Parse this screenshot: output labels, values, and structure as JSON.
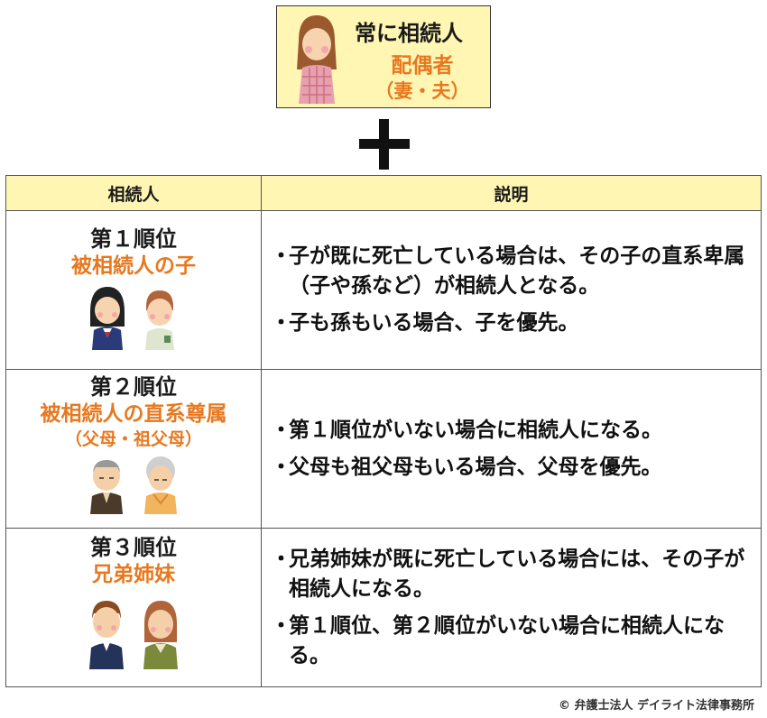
{
  "spouse": {
    "title": "常に相続人",
    "name": "配偶者",
    "sub": "（妻・夫）"
  },
  "table": {
    "headers": [
      "相続人",
      "説明"
    ],
    "rows": [
      {
        "rank": "第１順位",
        "heir": "被相続人の子",
        "heir_sub": "",
        "bullets": [
          "子が既に死亡している場合は、その子の直系卑属（子や孫など）が相続人となる。",
          "子も孫もいる場合、子を優先。"
        ]
      },
      {
        "rank": "第２順位",
        "heir": "被相続人の直系尊属",
        "heir_sub": "（父母・祖父母）",
        "bullets": [
          "第１順位がいない場合に相続人になる。",
          "父母も祖父母もいる場合、父母を優先。"
        ]
      },
      {
        "rank": "第３順位",
        "heir": "兄弟姉妹",
        "heir_sub": "",
        "bullets": [
          "兄弟姉妹が既に死亡している場合には、その子が相続人になる。",
          "第１順位、第２順位がいない場合に相続人になる。"
        ]
      }
    ]
  },
  "bullet_mark": "・",
  "copyright": "© 弁護士法人 デイライト法律事務所",
  "colors": {
    "accent": "#e8781f",
    "highlight_bg": "#fff6b3",
    "border": "#555555"
  },
  "icons": [
    "woman-figure-icon",
    "girl-figure-icon",
    "boy-figure-icon",
    "grandfather-figure-icon",
    "grandmother-figure-icon",
    "man-figure-icon",
    "woman-figure-icon"
  ]
}
